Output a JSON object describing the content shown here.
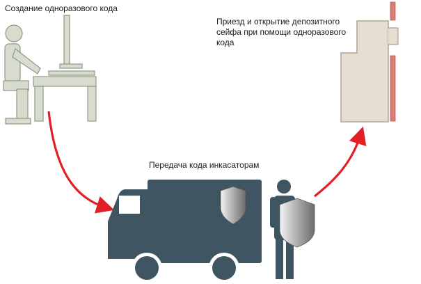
{
  "steps": {
    "create_code": "Создание одноразового кода",
    "transfer_code": "Передача кода инкасаторам",
    "arrival_open": "Приезд и открытие депозитного\nсейфа при помощи одноразового\nкода"
  },
  "colors": {
    "figure_fill": "#d7dcce",
    "figure_stroke": "#8e9a86",
    "safe_fill": "#e7ddd0",
    "safe_stroke": "#b1a390",
    "door_red": "#dc7b74",
    "vehicle": "#3f5561",
    "arrow_red": "#e21f26"
  },
  "icons": [
    "person-at-computer-icon",
    "deposit-safe-icon",
    "armored-truck-icon",
    "security-guard-icon",
    "shield-icon"
  ]
}
